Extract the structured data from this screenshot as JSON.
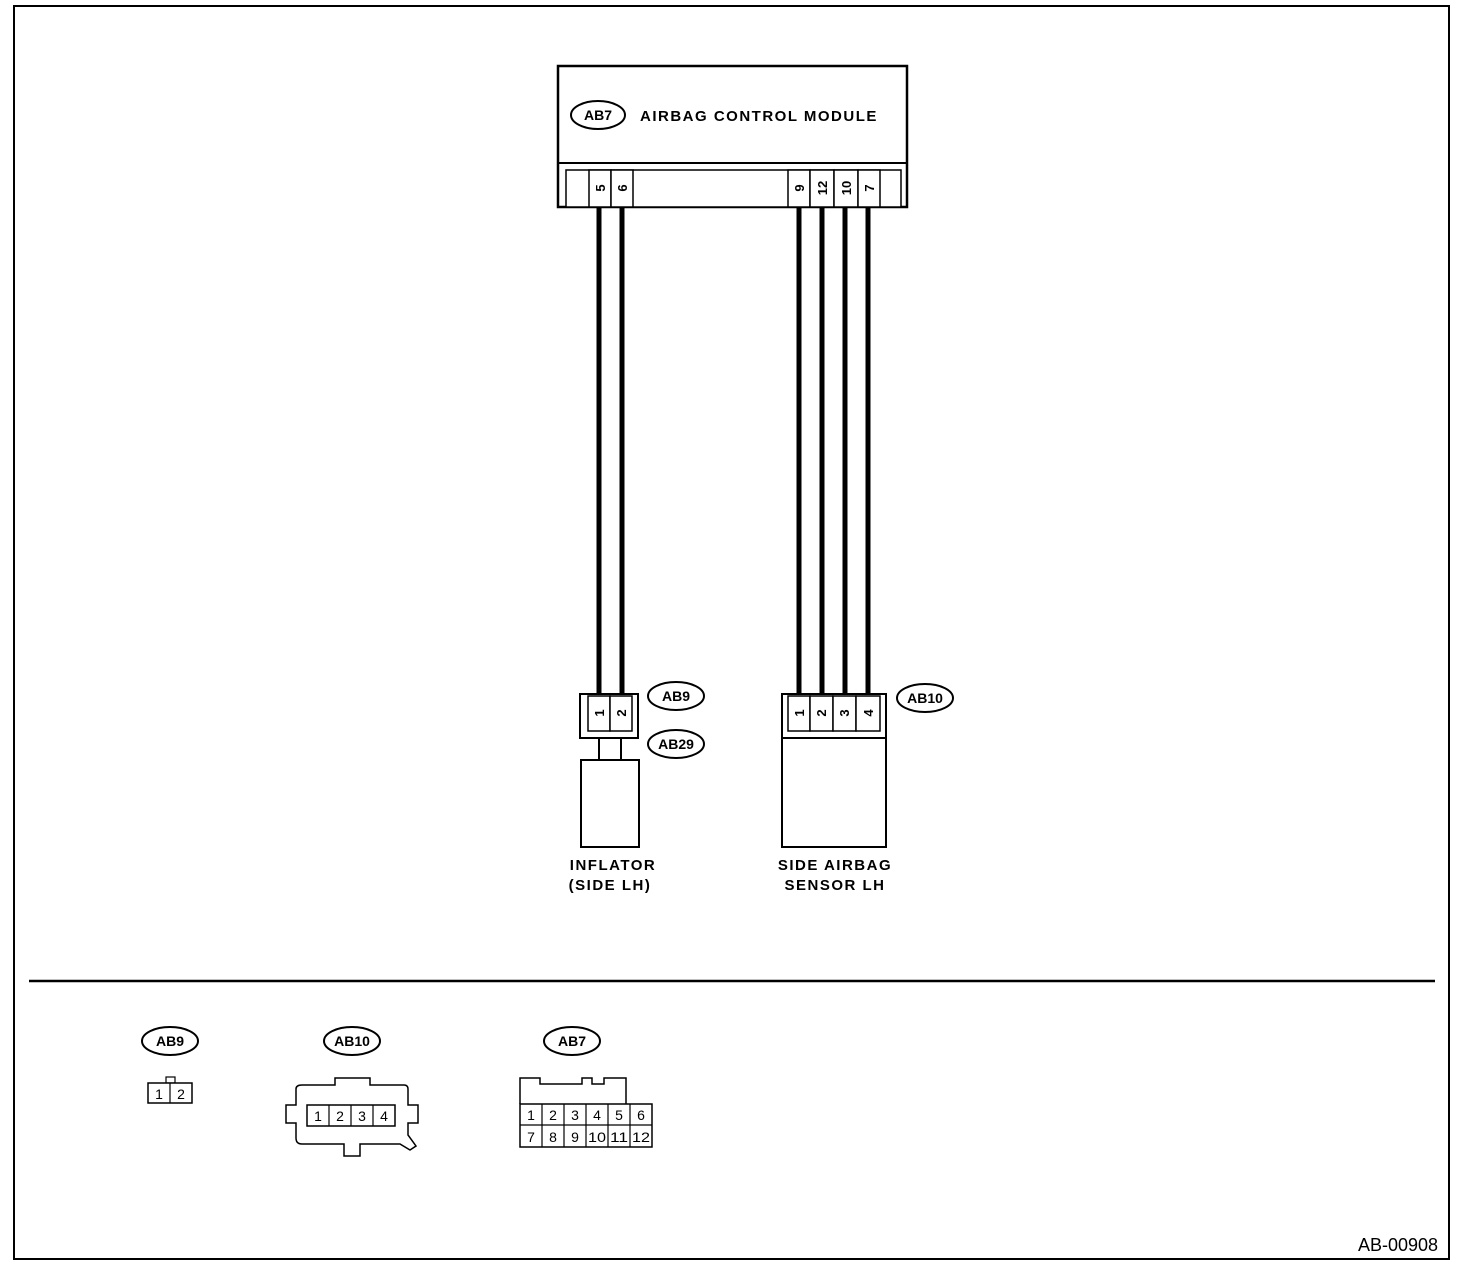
{
  "module": {
    "badge": "AB7",
    "title": "AIRBAG CONTROL MODULE",
    "pins": [
      "5",
      "6",
      "9",
      "12",
      "10",
      "7"
    ]
  },
  "inflator": {
    "badge": "AB9",
    "badge2": "AB29",
    "pins": [
      "1",
      "2"
    ],
    "label": [
      "INFLATOR",
      "(SIDE LH)"
    ]
  },
  "sensor": {
    "badge": "AB10",
    "pins": [
      "1",
      "2",
      "3",
      "4"
    ],
    "label": [
      "SIDE AIRBAG",
      "SENSOR LH"
    ]
  },
  "views": {
    "ab9": {
      "badge": "AB9",
      "pins": [
        "1",
        "2"
      ]
    },
    "ab10": {
      "badge": "AB10",
      "pins": [
        "1",
        "2",
        "3",
        "4"
      ]
    },
    "ab7": {
      "badge": "AB7",
      "row1": [
        "1",
        "2",
        "3",
        "4",
        "5",
        "6"
      ],
      "row2": [
        "7",
        "8",
        "9",
        "10",
        "11",
        "12"
      ]
    }
  },
  "figure_id": "AB-00908"
}
